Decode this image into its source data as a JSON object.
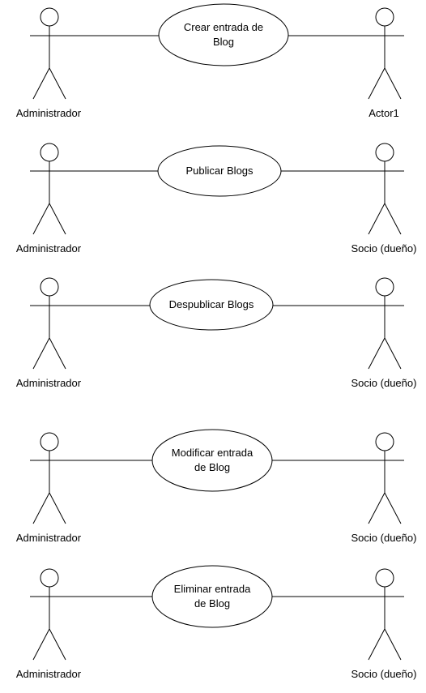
{
  "diagram": {
    "type": "UML use case diagram",
    "colors": {
      "stroke": "#000000",
      "fill": "#ffffff",
      "text": "#000000"
    },
    "rows": [
      {
        "left_actor": "Administrador",
        "use_case": [
          "Crear entrada de",
          "Blog"
        ],
        "right_actor": "Actor1"
      },
      {
        "left_actor": "Administrador",
        "use_case": [
          "Publicar Blogs"
        ],
        "right_actor": "Socio (dueño)"
      },
      {
        "left_actor": "Administrador",
        "use_case": [
          "Despublicar Blogs"
        ],
        "right_actor": "Socio (dueño)"
      },
      {
        "left_actor": "Administrador",
        "use_case": [
          "Modificar entrada",
          "de Blog"
        ],
        "right_actor": "Socio (dueño)"
      },
      {
        "left_actor": "Administrador",
        "use_case": [
          "Eliminar entrada",
          "de Blog"
        ],
        "right_actor": "Socio (dueño)"
      }
    ]
  }
}
